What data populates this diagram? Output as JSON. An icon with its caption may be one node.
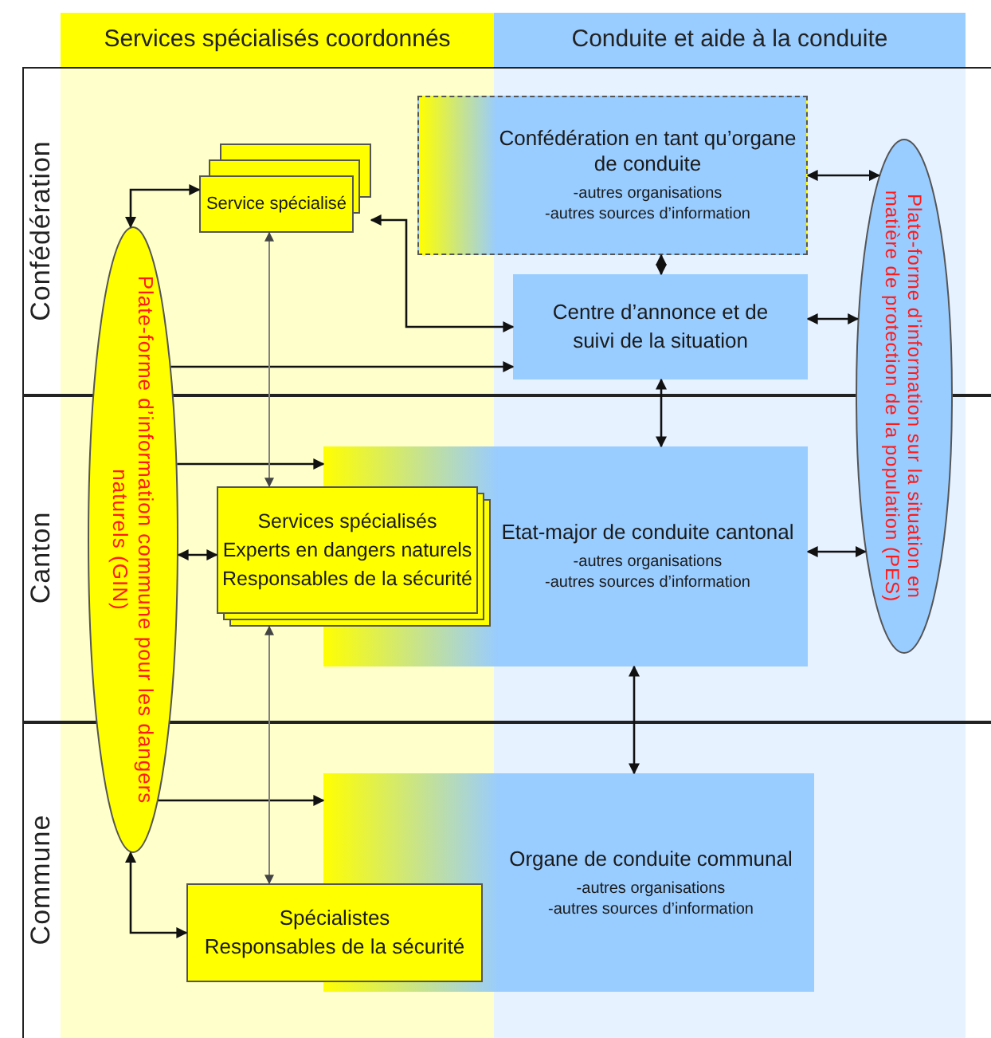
{
  "diagram": {
    "nodes": [
      {
        "text": [
          "Confédération en tant qu’organe de conduite",
          "-autres organisations",
          "-autres sources d’information"
        ]
      },
      {
        "text": [
          "Service spécialisé"
        ]
      },
      {
        "text": [
          "Centre d’annonce et de suivi de la situation"
        ]
      },
      {
        "text": [
          "Plate-forme d’information commune pour les dangers naturels (GIN)"
        ]
      },
      {
        "text": [
          "Plate-forme d’information sur la situation en matière de protection de la population (PES)"
        ]
      },
      {
        "text": [
          "Etat-major de conduite cantonal",
          "-autres organisations",
          "-autres sources d’information"
        ]
      },
      {
        "text": [
          "Services spécialisés",
          "Experts en dangers naturels",
          "Responsables de la sécurité"
        ]
      },
      {
        "text": [
          "Organe de conduite communal",
          "-autres organisations",
          "-autres sources d’information"
        ]
      },
      {
        "text": [
          "Spécialistes",
          "Responsables de la sécurité"
        ]
      }
    ],
    "edges": [
      {
        "from": 3,
        "to": 1,
        "arrow": "both"
      },
      {
        "from": 1,
        "to": 2,
        "arrow": "both"
      },
      {
        "from": 3,
        "to": 2,
        "arrow": "to"
      },
      {
        "from": 0,
        "to": 2,
        "arrow": "both"
      },
      {
        "from": 0,
        "to": 4,
        "arrow": "both"
      },
      {
        "from": 2,
        "to": 4,
        "arrow": "both"
      },
      {
        "from": 2,
        "to": 5,
        "arrow": "both"
      },
      {
        "from": 3,
        "to": 5,
        "arrow": "to"
      },
      {
        "from": 3,
        "to": 6,
        "arrow": "both"
      },
      {
        "from": 5,
        "to": 4,
        "arrow": "both"
      },
      {
        "from": 5,
        "to": 7,
        "arrow": "both"
      },
      {
        "from": 3,
        "to": 7,
        "arrow": "to"
      },
      {
        "from": 3,
        "to": 8,
        "arrow": "both"
      },
      {
        "from": 1,
        "to": 6,
        "arrow": "both",
        "color": "#808080"
      },
      {
        "from": 6,
        "to": 8,
        "arrow": "both",
        "color": "#808080"
      }
    ],
    "labels": [
      "Services spécialisés coordonnés",
      "Conduite et aide à la conduite",
      "Confédération",
      "Canton",
      "Commune"
    ]
  }
}
